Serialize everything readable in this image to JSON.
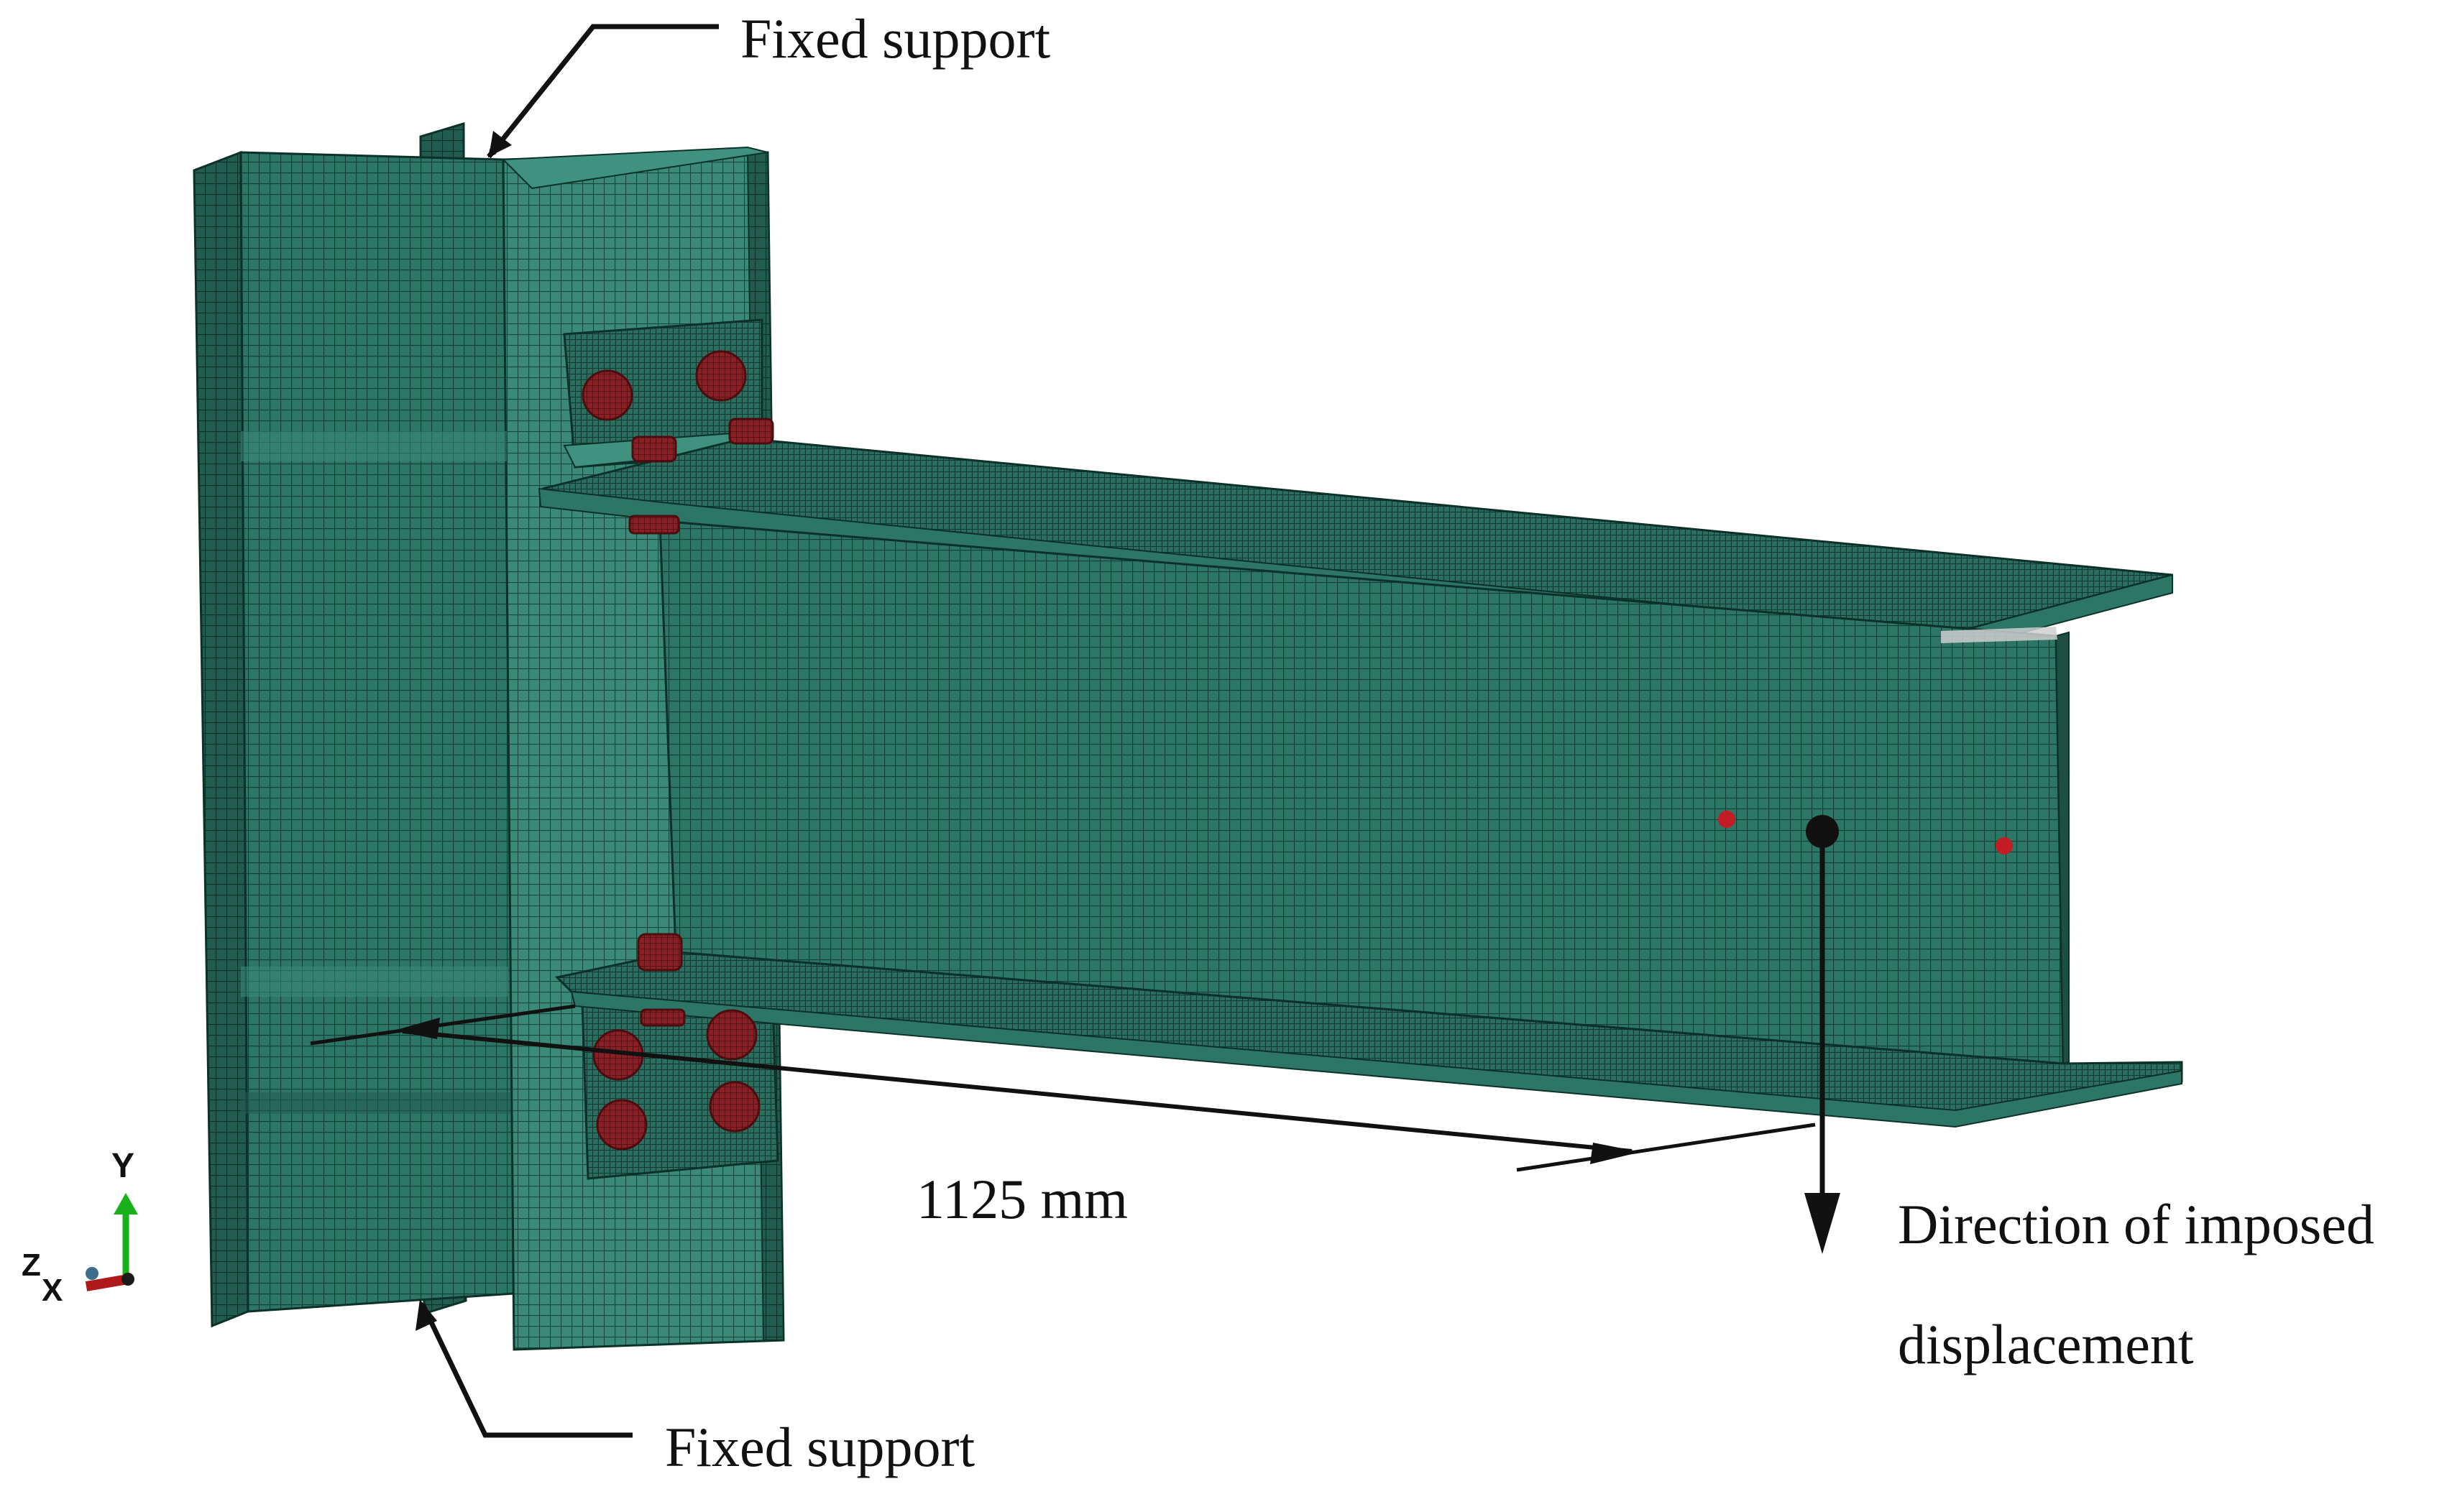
{
  "labels": {
    "fixed_support_top": "Fixed support",
    "fixed_support_bottom": "Fixed support",
    "span_dimension": "1125 mm",
    "displacement_line1": "Direction of imposed",
    "displacement_line2": "displacement"
  },
  "triad": {
    "y": "Y",
    "z": "Z",
    "x": "X"
  },
  "colors": {
    "mesh_fill": "#2d7565",
    "mesh_fill_light": "#3a8a77",
    "mesh_fill_dark": "#225c4f",
    "mesh_line": "#123f35",
    "bolt": "#8a1f24",
    "bolt_dark": "#4d0c10",
    "annotation": "#111111",
    "axis_y": "#19b019",
    "axis_x": "#b01919"
  }
}
